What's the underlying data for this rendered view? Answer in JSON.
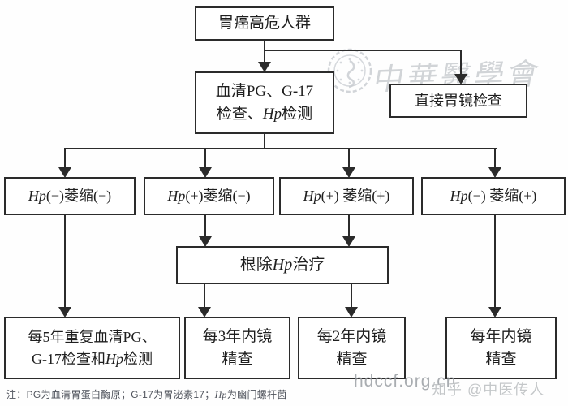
{
  "colors": {
    "line": "#2b2b2b",
    "box_border": "#2b2b2b",
    "box_text": "#1f1f1f",
    "footnote_text": "#4d515a",
    "watermark_gray": "#acb1b6",
    "site_watermark_gray": "#94999e",
    "credit_watermark_gray": "#babdc0",
    "background": "#fefefe"
  },
  "flowchart": {
    "nodes": {
      "high_risk": {
        "lines": [
          [
            {
              "t": "胃癌高危人群"
            }
          ]
        ]
      },
      "serum_test": {
        "lines": [
          [
            {
              "t": "血清PG、G-17"
            }
          ],
          [
            {
              "t": "检查、"
            },
            {
              "t": "Hp",
              "i": true
            },
            {
              "t": "检测"
            }
          ]
        ]
      },
      "direct_gastroscopy": {
        "lines": [
          [
            {
              "t": "直接胃镜检查"
            }
          ]
        ]
      },
      "hp_neg_atrophy_neg": {
        "lines": [
          [
            {
              "t": "Hp",
              "i": true
            },
            {
              "t": "(−)萎缩(−)"
            }
          ]
        ]
      },
      "hp_pos_atrophy_neg": {
        "lines": [
          [
            {
              "t": "Hp",
              "i": true
            },
            {
              "t": "(+)萎缩(−)"
            }
          ]
        ]
      },
      "hp_pos_atrophy_pos": {
        "lines": [
          [
            {
              "t": "Hp",
              "i": true
            },
            {
              "t": "(+) 萎缩(+)"
            }
          ]
        ]
      },
      "hp_neg_atrophy_pos": {
        "lines": [
          [
            {
              "t": "Hp",
              "i": true
            },
            {
              "t": "(−) 萎缩(+)"
            }
          ]
        ]
      },
      "eradication": {
        "lines": [
          [
            {
              "t": "根除"
            },
            {
              "t": "Hp",
              "i": true
            },
            {
              "t": "治疗"
            }
          ]
        ]
      },
      "repeat_5y": {
        "lines": [
          [
            {
              "t": "每5年重复血清PG、"
            }
          ],
          [
            {
              "t": "G-17检查和"
            },
            {
              "t": "Hp",
              "i": true
            },
            {
              "t": "检测"
            }
          ]
        ]
      },
      "endoscopy_3y": {
        "lines": [
          [
            {
              "t": "每3年内镜"
            }
          ],
          [
            {
              "t": "精查"
            }
          ]
        ]
      },
      "endoscopy_2y": {
        "lines": [
          [
            {
              "t": "每2年内镜"
            }
          ],
          [
            {
              "t": "精查"
            }
          ]
        ]
      },
      "endoscopy_1y": {
        "lines": [
          [
            {
              "t": "每年内镜"
            }
          ],
          [
            {
              "t": "精查"
            }
          ]
        ]
      }
    },
    "footnote": {
      "segments": [
        {
          "t": "注：PG为血清胃蛋白酶原；G-17为胃泌素17；"
        },
        {
          "t": "Hp",
          "i": true
        },
        {
          "t": "为幽门螺杆菌"
        }
      ]
    },
    "watermarks": {
      "association_name": "中華醫學會",
      "seal_icon": "medical-association-seal",
      "site": "hdccf.org.cn",
      "credit": "知乎 @中医传人"
    }
  }
}
